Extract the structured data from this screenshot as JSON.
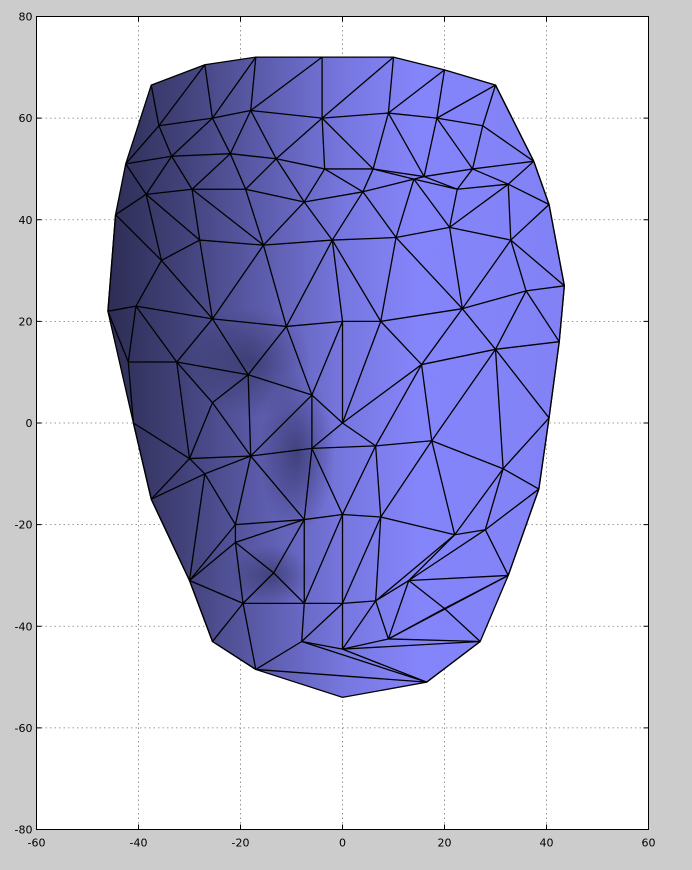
{
  "chart_data": {
    "type": "surface",
    "title": "",
    "xlabel": "",
    "ylabel": "",
    "xlim": [
      -60,
      60
    ],
    "ylim": [
      -80,
      80
    ],
    "xticks": [
      -60,
      -40,
      -20,
      0,
      20,
      40,
      60
    ],
    "yticks": [
      -80,
      -60,
      -40,
      -20,
      0,
      20,
      40,
      60,
      80
    ],
    "grid": true,
    "colors": {
      "face": "#8585ff",
      "background": "#cccccc",
      "axes": "#ffffff",
      "edges": "#000000"
    },
    "outline": [
      [
        -37.5,
        66.5
      ],
      [
        -27,
        70.5
      ],
      [
        -17,
        72
      ],
      [
        -4,
        72
      ],
      [
        10,
        72
      ],
      [
        20,
        69.5
      ],
      [
        30,
        66.5
      ],
      [
        37.5,
        51.5
      ],
      [
        40.5,
        43
      ],
      [
        43.5,
        27
      ],
      [
        42.5,
        16
      ],
      [
        40.5,
        1
      ],
      [
        38.5,
        -13
      ],
      [
        32.5,
        -30
      ],
      [
        27,
        -43
      ],
      [
        16.5,
        -51
      ],
      [
        0,
        -54
      ],
      [
        -17,
        -48.5
      ],
      [
        -25.5,
        -43
      ],
      [
        -30,
        -31
      ],
      [
        -37.5,
        -15
      ],
      [
        -41,
        0
      ],
      [
        -46,
        22
      ],
      [
        -44.5,
        41
      ],
      [
        -42.5,
        51
      ]
    ],
    "vertices": [
      [
        -37.5,
        66.5
      ],
      [
        -27,
        70.5
      ],
      [
        -17,
        72
      ],
      [
        -4,
        72
      ],
      [
        10,
        72
      ],
      [
        20,
        69.5
      ],
      [
        30,
        66.5
      ],
      [
        -42.5,
        51
      ],
      [
        -33.5,
        52.5
      ],
      [
        -22,
        53
      ],
      [
        -13,
        52
      ],
      [
        -3.5,
        50
      ],
      [
        6,
        50
      ],
      [
        16,
        48.5
      ],
      [
        25.5,
        50
      ],
      [
        37.5,
        51.5
      ],
      [
        -36,
        58.5
      ],
      [
        -25.5,
        60
      ],
      [
        -18,
        61.5
      ],
      [
        -4,
        60
      ],
      [
        9,
        61
      ],
      [
        18.5,
        60
      ],
      [
        27.5,
        58.5
      ],
      [
        -44.5,
        41
      ],
      [
        -38.5,
        45
      ],
      [
        -29.5,
        46
      ],
      [
        -19,
        46
      ],
      [
        -7.5,
        43.5
      ],
      [
        4,
        45.5
      ],
      [
        14,
        48
      ],
      [
        22.5,
        46
      ],
      [
        32.5,
        47
      ],
      [
        40.5,
        43
      ],
      [
        -35.5,
        32
      ],
      [
        -28,
        36
      ],
      [
        -15.5,
        35
      ],
      [
        -2,
        36
      ],
      [
        10.5,
        36.5
      ],
      [
        21,
        38.5
      ],
      [
        33,
        36
      ],
      [
        43.5,
        27
      ],
      [
        -46,
        22
      ],
      [
        -40.5,
        23
      ],
      [
        -25.5,
        20.5
      ],
      [
        -11,
        19
      ],
      [
        0,
        20
      ],
      [
        7.5,
        20
      ],
      [
        23.5,
        22.5
      ],
      [
        36,
        26
      ],
      [
        42.5,
        16
      ],
      [
        -42,
        12
      ],
      [
        -32.5,
        12
      ],
      [
        -18.5,
        9.5
      ],
      [
        -6,
        5.5
      ],
      [
        0,
        0
      ],
      [
        15.5,
        11.5
      ],
      [
        30,
        14.5
      ],
      [
        40.5,
        1
      ],
      [
        -41,
        0
      ],
      [
        -25.5,
        4
      ],
      [
        -30,
        -7
      ],
      [
        -18,
        -6.5
      ],
      [
        -6,
        -5
      ],
      [
        6.5,
        -4.5
      ],
      [
        17.5,
        -3.5
      ],
      [
        31.5,
        -9
      ],
      [
        38.5,
        -13
      ],
      [
        -37.5,
        -15
      ],
      [
        -27,
        -10
      ],
      [
        -21,
        -20
      ],
      [
        -7.5,
        -19
      ],
      [
        0,
        -18
      ],
      [
        7.5,
        -18.5
      ],
      [
        22,
        -22
      ],
      [
        28,
        -21
      ],
      [
        -30,
        -31
      ],
      [
        -21,
        -23.5
      ],
      [
        -13.5,
        -29.5
      ],
      [
        -7.5,
        -35.5
      ],
      [
        0,
        -35.5
      ],
      [
        6.5,
        -35
      ],
      [
        13,
        -31
      ],
      [
        32.5,
        -30
      ],
      [
        -25.5,
        -43
      ],
      [
        -19.5,
        -35.5
      ],
      [
        -17,
        -48.5
      ],
      [
        -8,
        -43
      ],
      [
        0,
        -44.5
      ],
      [
        9,
        -42.5
      ],
      [
        20,
        -36.5
      ],
      [
        27,
        -43
      ],
      [
        16.5,
        -51
      ],
      [
        0,
        -54
      ]
    ],
    "edges": [
      [
        0,
        16
      ],
      [
        16,
        1
      ],
      [
        1,
        17
      ],
      [
        17,
        2
      ],
      [
        2,
        18
      ],
      [
        18,
        3
      ],
      [
        3,
        19
      ],
      [
        19,
        4
      ],
      [
        4,
        20
      ],
      [
        20,
        5
      ],
      [
        5,
        21
      ],
      [
        21,
        6
      ],
      [
        6,
        22
      ],
      [
        16,
        17
      ],
      [
        17,
        18
      ],
      [
        18,
        19
      ],
      [
        19,
        20
      ],
      [
        20,
        21
      ],
      [
        21,
        22
      ],
      [
        16,
        7
      ],
      [
        16,
        8
      ],
      [
        17,
        8
      ],
      [
        17,
        9
      ],
      [
        18,
        9
      ],
      [
        18,
        10
      ],
      [
        19,
        10
      ],
      [
        19,
        11
      ],
      [
        19,
        12
      ],
      [
        20,
        12
      ],
      [
        20,
        13
      ],
      [
        21,
        13
      ],
      [
        21,
        14
      ],
      [
        22,
        14
      ],
      [
        22,
        15
      ],
      [
        6,
        15
      ],
      [
        7,
        8
      ],
      [
        8,
        9
      ],
      [
        9,
        10
      ],
      [
        10,
        11
      ],
      [
        11,
        12
      ],
      [
        12,
        13
      ],
      [
        13,
        14
      ],
      [
        14,
        15
      ],
      [
        7,
        24
      ],
      [
        8,
        24
      ],
      [
        8,
        25
      ],
      [
        9,
        25
      ],
      [
        9,
        26
      ],
      [
        10,
        26
      ],
      [
        10,
        27
      ],
      [
        11,
        27
      ],
      [
        11,
        28
      ],
      [
        12,
        28
      ],
      [
        12,
        29
      ],
      [
        13,
        29
      ],
      [
        13,
        30
      ],
      [
        14,
        30
      ],
      [
        14,
        31
      ],
      [
        15,
        31
      ],
      [
        15,
        32
      ],
      [
        23,
        24
      ],
      [
        24,
        25
      ],
      [
        25,
        26
      ],
      [
        26,
        27
      ],
      [
        27,
        28
      ],
      [
        28,
        29
      ],
      [
        29,
        30
      ],
      [
        30,
        31
      ],
      [
        31,
        32
      ],
      [
        23,
        33
      ],
      [
        24,
        33
      ],
      [
        24,
        34
      ],
      [
        25,
        34
      ],
      [
        25,
        35
      ],
      [
        26,
        35
      ],
      [
        27,
        35
      ],
      [
        27,
        36
      ],
      [
        28,
        36
      ],
      [
        28,
        37
      ],
      [
        29,
        37
      ],
      [
        30,
        38
      ],
      [
        29,
        38
      ],
      [
        31,
        38
      ],
      [
        31,
        39
      ],
      [
        32,
        39
      ],
      [
        32,
        40
      ],
      [
        33,
        34
      ],
      [
        34,
        35
      ],
      [
        35,
        36
      ],
      [
        36,
        37
      ],
      [
        37,
        38
      ],
      [
        38,
        39
      ],
      [
        39,
        40
      ],
      [
        23,
        41
      ],
      [
        33,
        42
      ],
      [
        41,
        42
      ],
      [
        33,
        43
      ],
      [
        34,
        43
      ],
      [
        35,
        43
      ],
      [
        35,
        44
      ],
      [
        36,
        44
      ],
      [
        36,
        45
      ],
      [
        36,
        46
      ],
      [
        37,
        46
      ],
      [
        37,
        47
      ],
      [
        38,
        47
      ],
      [
        39,
        47
      ],
      [
        39,
        48
      ],
      [
        40,
        48
      ],
      [
        40,
        49
      ],
      [
        42,
        43
      ],
      [
        43,
        44
      ],
      [
        44,
        45
      ],
      [
        45,
        46
      ],
      [
        46,
        47
      ],
      [
        47,
        48
      ],
      [
        48,
        49
      ],
      [
        41,
        50
      ],
      [
        42,
        50
      ],
      [
        42,
        51
      ],
      [
        43,
        51
      ],
      [
        43,
        52
      ],
      [
        44,
        52
      ],
      [
        44,
        53
      ],
      [
        45,
        53
      ],
      [
        45,
        54
      ],
      [
        46,
        54
      ],
      [
        46,
        55
      ],
      [
        47,
        55
      ],
      [
        47,
        56
      ],
      [
        48,
        56
      ],
      [
        49,
        56
      ],
      [
        49,
        57
      ],
      [
        50,
        51
      ],
      [
        51,
        52
      ],
      [
        52,
        53
      ],
      [
        53,
        54
      ],
      [
        54,
        55
      ],
      [
        55,
        56
      ],
      [
        56,
        57
      ],
      [
        50,
        58
      ],
      [
        51,
        59
      ],
      [
        51,
        60
      ],
      [
        52,
        59
      ],
      [
        52,
        61
      ],
      [
        53,
        61
      ],
      [
        53,
        62
      ],
      [
        54,
        62
      ],
      [
        54,
        63
      ],
      [
        55,
        63
      ],
      [
        55,
        64
      ],
      [
        56,
        64
      ],
      [
        56,
        65
      ],
      [
        57,
        65
      ],
      [
        57,
        66
      ],
      [
        58,
        60
      ],
      [
        59,
        60
      ],
      [
        60,
        61
      ],
      [
        59,
        61
      ],
      [
        61,
        62
      ],
      [
        62,
        63
      ],
      [
        63,
        64
      ],
      [
        64,
        65
      ],
      [
        65,
        66
      ],
      [
        58,
        67
      ],
      [
        60,
        67
      ],
      [
        60,
        68
      ],
      [
        61,
        68
      ],
      [
        61,
        69
      ],
      [
        61,
        70
      ],
      [
        62,
        70
      ],
      [
        62,
        71
      ],
      [
        63,
        71
      ],
      [
        63,
        72
      ],
      [
        64,
        72
      ],
      [
        64,
        73
      ],
      [
        65,
        73
      ],
      [
        65,
        74
      ],
      [
        66,
        74
      ],
      [
        67,
        68
      ],
      [
        68,
        69
      ],
      [
        69,
        70
      ],
      [
        70,
        71
      ],
      [
        71,
        72
      ],
      [
        72,
        73
      ],
      [
        73,
        74
      ],
      [
        67,
        75
      ],
      [
        68,
        75
      ],
      [
        69,
        75
      ],
      [
        69,
        76
      ],
      [
        70,
        76
      ],
      [
        70,
        77
      ],
      [
        70,
        78
      ],
      [
        71,
        78
      ],
      [
        71,
        79
      ],
      [
        72,
        79
      ],
      [
        72,
        80
      ],
      [
        73,
        80
      ],
      [
        73,
        81
      ],
      [
        74,
        81
      ],
      [
        74,
        82
      ],
      [
        66,
        82
      ],
      [
        75,
        76
      ],
      [
        76,
        77
      ],
      [
        77,
        78
      ],
      [
        78,
        79
      ],
      [
        79,
        80
      ],
      [
        80,
        81
      ],
      [
        81,
        82
      ],
      [
        75,
        84
      ],
      [
        76,
        84
      ],
      [
        77,
        84
      ],
      [
        78,
        84
      ],
      [
        78,
        86
      ],
      [
        79,
        86
      ],
      [
        79,
        87
      ],
      [
        80,
        87
      ],
      [
        80,
        88
      ],
      [
        81,
        88
      ],
      [
        82,
        88
      ],
      [
        82,
        89
      ],
      [
        81,
        89
      ],
      [
        83,
        84
      ],
      [
        84,
        85
      ],
      [
        85,
        86
      ],
      [
        86,
        87
      ],
      [
        87,
        88
      ],
      [
        88,
        89
      ],
      [
        75,
        83
      ],
      [
        83,
        85
      ],
      [
        85,
        91
      ],
      [
        86,
        91
      ],
      [
        87,
        91
      ],
      [
        87,
        90
      ],
      [
        88,
        90
      ],
      [
        89,
        90
      ],
      [
        90,
        91
      ]
    ]
  }
}
